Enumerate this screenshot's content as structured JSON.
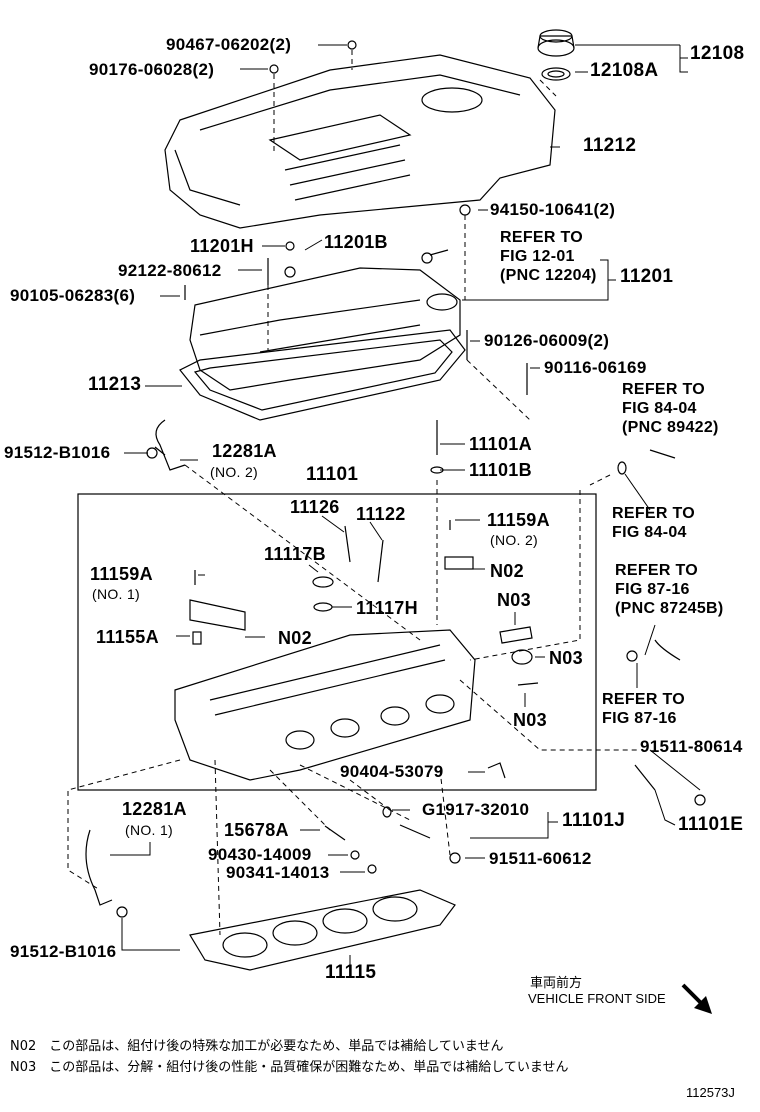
{
  "parts": {
    "p90467": "90467-06202(2)",
    "p90176": "90176-06028(2)",
    "p12108": "12108",
    "p12108a": "12108A",
    "p11212": "11212",
    "p94150": "94150-10641(2)",
    "p11201h": "11201H",
    "p11201b": "11201B",
    "p92122": "92122-80612",
    "p90105": "90105-06283(6)",
    "p11201": "11201",
    "p90126": "90126-06009(2)",
    "p90116": "90116-06169",
    "p11213": "11213",
    "p91512a": "91512-B1016",
    "p12281a_top": "12281A",
    "p12281a_top_sub": "(NO. 2)",
    "p11101a": "11101A",
    "p11101b": "11101B",
    "p11101": "11101",
    "p11126": "11126",
    "p11122": "11122",
    "p11159a_top": "11159A",
    "p11159a_top_sub": "(NO. 2)",
    "p11117b": "11117B",
    "p11159a_left": "11159A",
    "p11159a_left_sub": "(NO. 1)",
    "pn02a": "N02",
    "pn03a": "N03",
    "p11117h": "11117H",
    "p11155a": "11155A",
    "pn02b": "N02",
    "pn03b": "N03",
    "pn03c": "N03",
    "p90404": "90404-53079",
    "p91511a": "91511-80614",
    "p12281a_bot": "12281A",
    "p12281a_bot_sub": "(NO. 1)",
    "pg1917": "G1917-32010",
    "p11101j": "11101J",
    "p11101e": "11101E",
    "p15678a": "15678A",
    "p90430": "90430-14009",
    "p91511b": "91511-60612",
    "p90341": "90341-14013",
    "p91512b": "91512-B1016",
    "p11115": "11115"
  },
  "refs": {
    "r1": [
      "REFER TO",
      "FIG 12-01",
      "(PNC 12204)"
    ],
    "r2": [
      "REFER TO",
      "FIG 84-04",
      "(PNC 89422)"
    ],
    "r3": [
      "REFER TO",
      "FIG 84-04"
    ],
    "r4": [
      "REFER TO",
      "FIG 87-16",
      "(PNC 87245B)"
    ],
    "r5": [
      "REFER TO",
      "FIG 87-16"
    ]
  },
  "direction": {
    "jp": "車両前方",
    "en": "VEHICLE FRONT SIDE"
  },
  "notes": {
    "n02": "N02　この部品は、組付け後の特殊な加工が必要なため、単品では補給していません",
    "n03": "N03　この部品は、分解・組付け後の性能・品質確保が困難なため、単品では補給していません"
  },
  "figure_id": "112573J"
}
